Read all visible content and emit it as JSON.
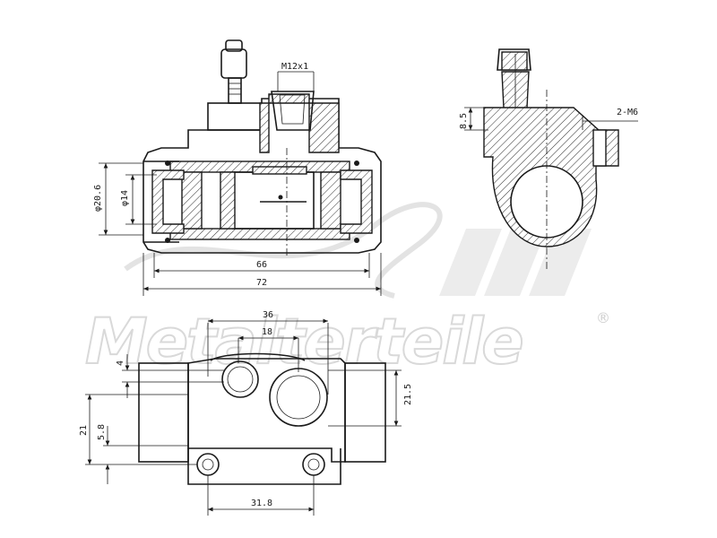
{
  "watermark": {
    "text": "Metalterteile",
    "mark": "®"
  },
  "dimensions": {
    "thread": "M12x1",
    "bore_outer": "φ20.6",
    "bore_inner": "φ14",
    "len_inner": "66",
    "len_overall": "72",
    "side_height": "8.5",
    "side_thread": "2-M6",
    "top_width": "36",
    "top_width_inner": "18",
    "top_offset": "4",
    "right_height": "21.5",
    "left_height": "21",
    "left_small": "5.8",
    "bottom_width": "31.8"
  }
}
